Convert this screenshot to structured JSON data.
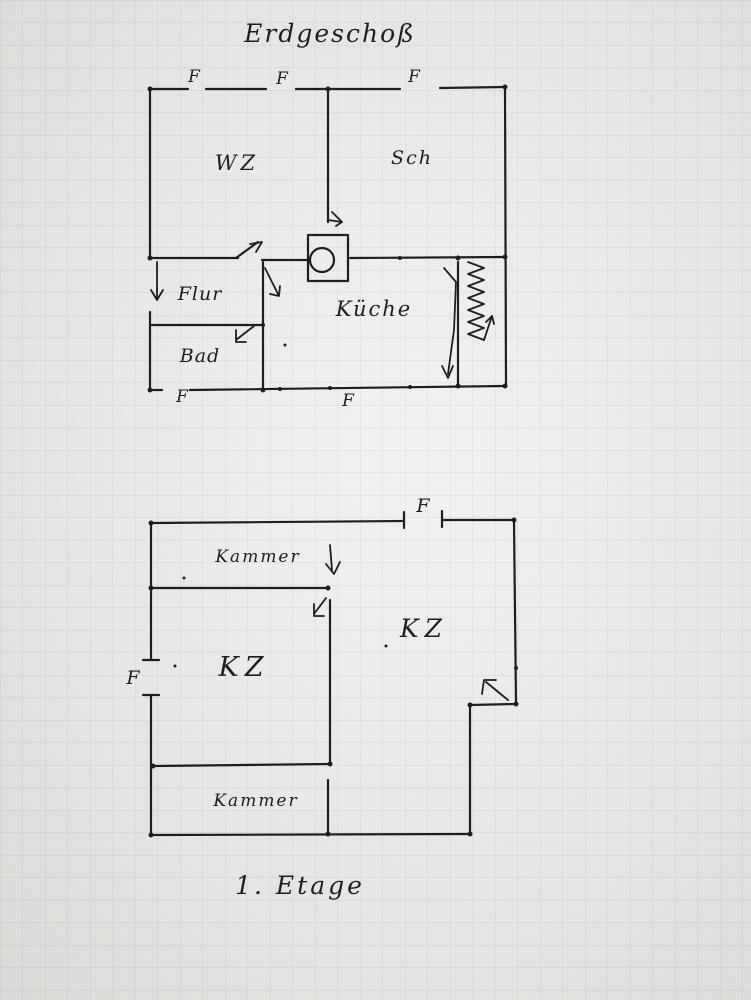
{
  "ground_floor": {
    "title": "Erdgeschoß",
    "rooms": {
      "living": "WZ",
      "bedroom": "Sch",
      "hall": "Flur",
      "kitchen": "Küche",
      "bath": "Bad"
    },
    "window_marks": [
      "F",
      "F",
      "F",
      "F",
      "F"
    ]
  },
  "upper_floor": {
    "title": "1. Etage",
    "rooms": {
      "storage_top": "Kammer",
      "child_room_left": "KZ",
      "child_room_right": "KZ",
      "storage_bottom": "Kammer"
    },
    "window_marks": [
      "F",
      "F"
    ]
  },
  "colors": {
    "paper": "#eeedeb",
    "grid": "#cfd0d2",
    "ink": "#1e1e22"
  }
}
